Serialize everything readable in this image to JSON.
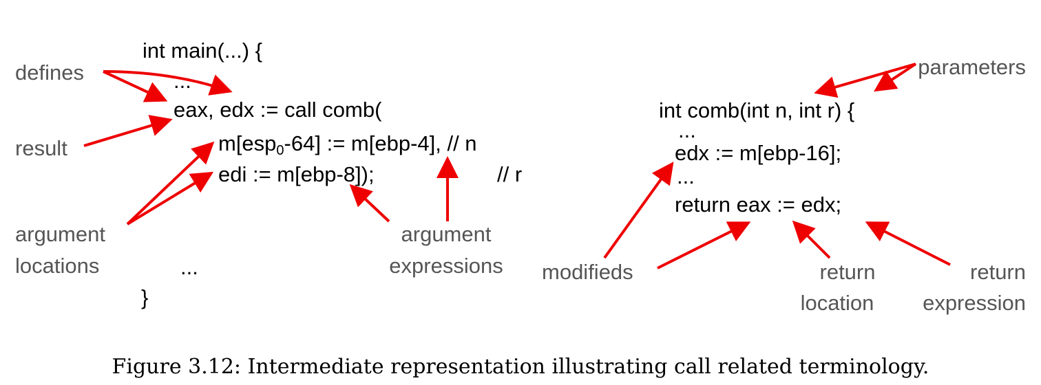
{
  "code_main": {
    "l1": "int main(...) {",
    "l2": "...",
    "l3": "eax, edx := call comb(",
    "l4_pre": "m[esp",
    "l4_sub": "0",
    "l4_post": "-64] := m[ebp-4], // n",
    "l5": "edi := m[ebp-8]);",
    "l5_comment": "// r",
    "l6": "...",
    "l7": "}"
  },
  "code_comb": {
    "l1": "int comb(int n, int r) {",
    "l2": "...",
    "l3": "edx := m[ebp-16];",
    "l4": "...",
    "l5": "return eax := edx;"
  },
  "labels": {
    "defines": "defines",
    "result": "result",
    "argument_locations": [
      "argument",
      "locations"
    ],
    "argument_expressions": [
      "argument",
      "expressions"
    ],
    "parameters": "parameters",
    "modifieds": "modifieds",
    "return_location": [
      "return",
      "location"
    ],
    "return_expression": [
      "return",
      "expression"
    ]
  },
  "caption": "Figure 3.12: Intermediate representation illustrating call related terminology.",
  "colors": {
    "arrow": "#ee0000",
    "label": "#555555",
    "code": "#000000"
  }
}
